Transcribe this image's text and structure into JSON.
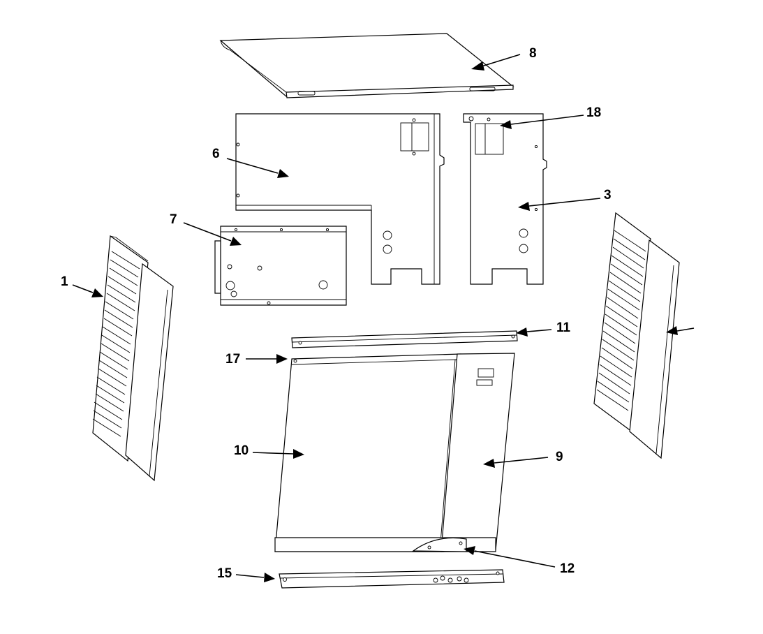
{
  "callouts": [
    {
      "id": "c1",
      "text": "1"
    },
    {
      "id": "c3",
      "text": "3"
    },
    {
      "id": "c6",
      "text": "6"
    },
    {
      "id": "c7",
      "text": "7"
    },
    {
      "id": "c8",
      "text": "8"
    },
    {
      "id": "c9",
      "text": "9"
    },
    {
      "id": "c10",
      "text": "10"
    },
    {
      "id": "c11",
      "text": "11"
    },
    {
      "id": "c12",
      "text": "12"
    },
    {
      "id": "c15",
      "text": "15"
    },
    {
      "id": "c17",
      "text": "17"
    },
    {
      "id": "c18",
      "text": "18"
    }
  ]
}
